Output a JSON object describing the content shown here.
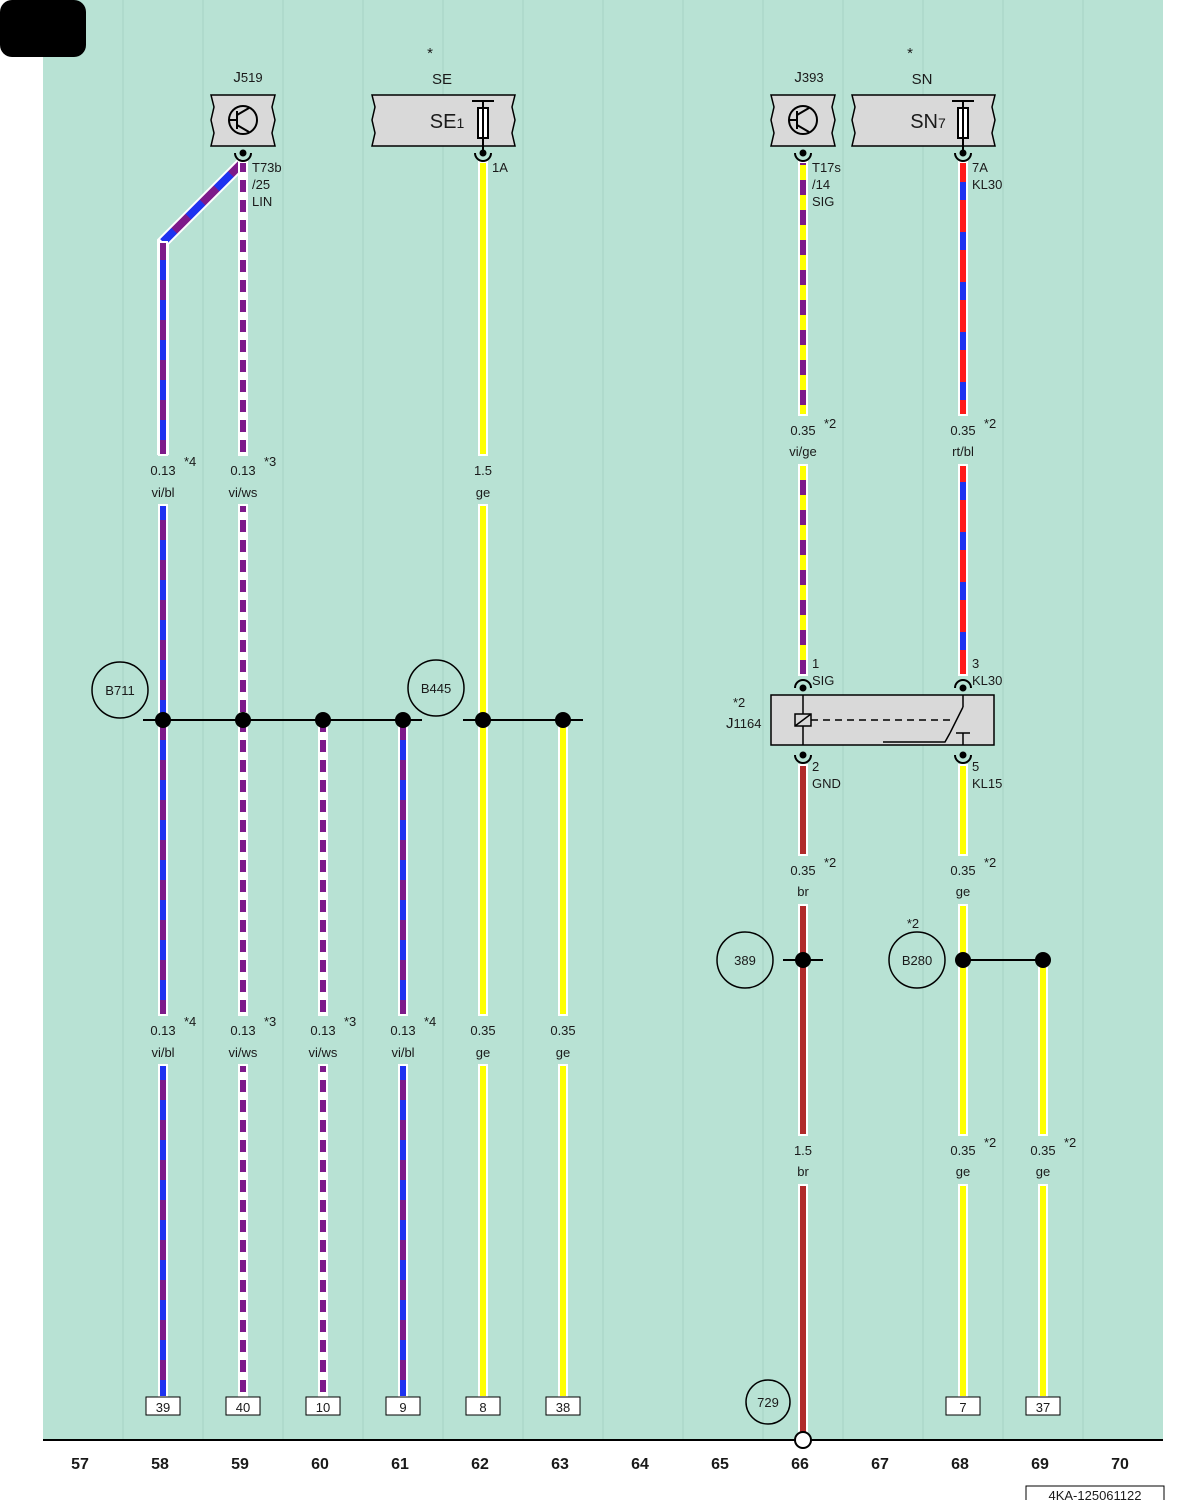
{
  "page": {
    "badge_color": "#000000",
    "background": "#b8e2d4",
    "doc_id": "4KA-125061122"
  },
  "columns": [
    "57",
    "58",
    "59",
    "60",
    "61",
    "62",
    "63",
    "64",
    "65",
    "66",
    "67",
    "68",
    "69",
    "70"
  ],
  "components": {
    "j519": {
      "label": "J",
      "sub": "519"
    },
    "se_star": "*",
    "se_code": "SE",
    "se1": {
      "label": "SE",
      "sub": "1"
    },
    "j393": {
      "label": "J",
      "sub": "393"
    },
    "sn_star": "*",
    "sn_code": "SN",
    "sn7": {
      "label": "SN",
      "sub": "7"
    },
    "j1164": {
      "star": "*2",
      "label": "J",
      "sub": "1164"
    }
  },
  "pins": {
    "t73b": [
      "T73b",
      "/25",
      "LIN"
    ],
    "se1_out": "1A",
    "t17s": [
      "T17s",
      "/14",
      "SIG"
    ],
    "sn7_out": [
      "7A",
      "KL30"
    ],
    "j1164_1": [
      "1",
      "SIG"
    ],
    "j1164_3": [
      "3",
      "KL30"
    ],
    "j1164_2": [
      "2",
      "GND"
    ],
    "j1164_5": [
      "5",
      "KL15"
    ]
  },
  "connectors": {
    "b711": "B711",
    "b445": "B445",
    "n389": "389",
    "b280": "B280",
    "b280_star": "*2",
    "n729": "729"
  },
  "wire_labels": [
    {
      "id": "w1",
      "size": "0.13",
      "color": "vi/bl",
      "note": "*4"
    },
    {
      "id": "w2",
      "size": "0.13",
      "color": "vi/ws",
      "note": "*3"
    },
    {
      "id": "w3",
      "size": "1.5",
      "color": "ge",
      "note": ""
    },
    {
      "id": "w4",
      "size": "0.35",
      "color": "vi/ge",
      "note": "*2"
    },
    {
      "id": "w5",
      "size": "0.35",
      "color": "rt/bl",
      "note": "*2"
    },
    {
      "id": "w6",
      "size": "0.35",
      "color": "br",
      "note": "*2"
    },
    {
      "id": "w7",
      "size": "0.35",
      "color": "ge",
      "note": "*2"
    },
    {
      "id": "w8",
      "size": "0.13",
      "color": "vi/bl",
      "note": "*4"
    },
    {
      "id": "w9",
      "size": "0.13",
      "color": "vi/ws",
      "note": "*3"
    },
    {
      "id": "w10",
      "size": "0.13",
      "color": "vi/ws",
      "note": "*3"
    },
    {
      "id": "w11",
      "size": "0.13",
      "color": "vi/bl",
      "note": "*4"
    },
    {
      "id": "w12",
      "size": "0.35",
      "color": "ge",
      "note": ""
    },
    {
      "id": "w13",
      "size": "0.35",
      "color": "ge",
      "note": ""
    },
    {
      "id": "w14",
      "size": "1.5",
      "color": "br",
      "note": ""
    },
    {
      "id": "w15",
      "size": "0.35",
      "color": "ge",
      "note": "*2"
    },
    {
      "id": "w16",
      "size": "0.35",
      "color": "ge",
      "note": "*2"
    }
  ],
  "terminals": [
    "39",
    "40",
    "10",
    "9",
    "8",
    "38",
    "7",
    "37"
  ],
  "wire_colors": {
    "violet": "#7d1a8a",
    "blue": "#1e32f0",
    "white": "#ffffff",
    "yellow": "#ffff00",
    "red": "#ff1a1a",
    "brown": "#b02a2a"
  }
}
